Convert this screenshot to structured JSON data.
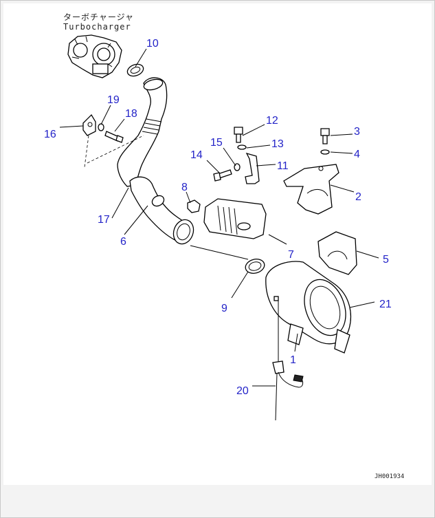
{
  "figure": {
    "turbo_label_jp": "ターボチャージャ",
    "turbo_label_en": "Turbocharger",
    "drawing_code": "JH001934"
  },
  "callouts": {
    "c1": "1",
    "c2": "2",
    "c3": "3",
    "c4": "4",
    "c5": "5",
    "c6": "6",
    "c7": "7",
    "c8": "8",
    "c9": "9",
    "c10": "10",
    "c11": "11",
    "c12": "12",
    "c13": "13",
    "c14": "14",
    "c15": "15",
    "c16": "16",
    "c17": "17",
    "c18": "18",
    "c19": "19",
    "c20": "20",
    "c21": "21"
  },
  "colors": {
    "callout": "#2323c8",
    "line": "#000000",
    "background": "#ffffff"
  }
}
